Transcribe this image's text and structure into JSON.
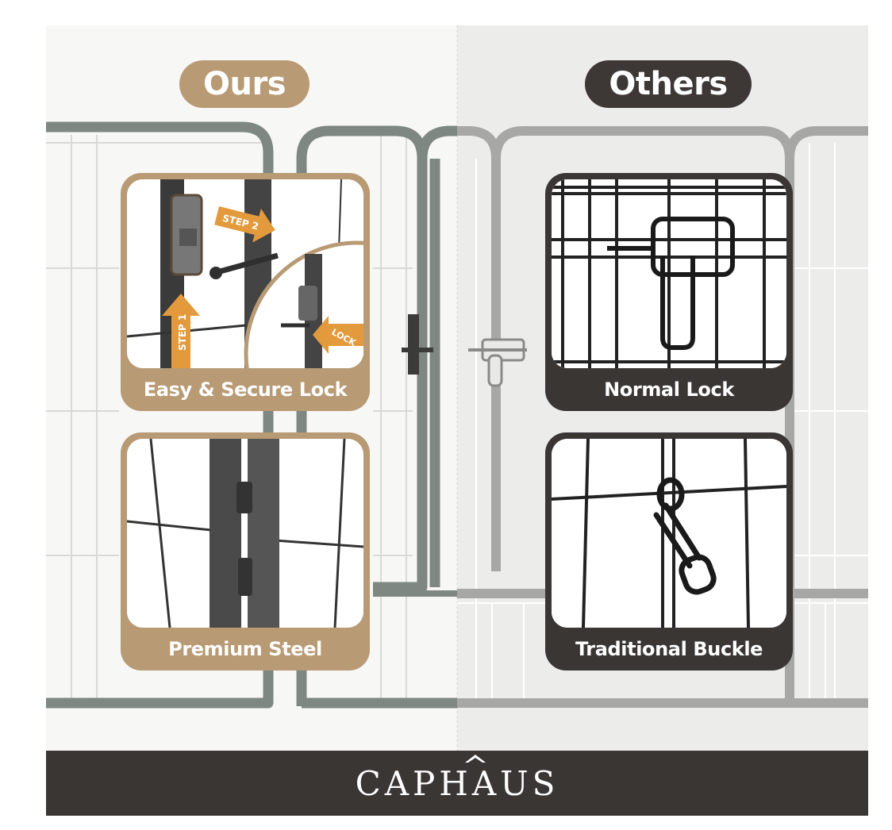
{
  "header": {
    "ours_label": "Ours",
    "others_label": "Others"
  },
  "ours": {
    "cards": [
      {
        "caption": "Easy & Secure Lock",
        "step1": "STEP 1",
        "step2": "STEP 2",
        "lock": "LOCK"
      },
      {
        "caption": "Premium Steel"
      }
    ]
  },
  "others": {
    "cards": [
      {
        "caption": "Normal Lock"
      },
      {
        "caption": "Traditional Buckle"
      }
    ]
  },
  "footer": {
    "brand": "CAPHAUS"
  },
  "colors": {
    "ours_accent": "#b89a74",
    "others_accent": "#3a3634",
    "arrow_orange": "#e39a3c",
    "fence_green": "#7e8781",
    "fence_gray": "#a7a7a5"
  }
}
